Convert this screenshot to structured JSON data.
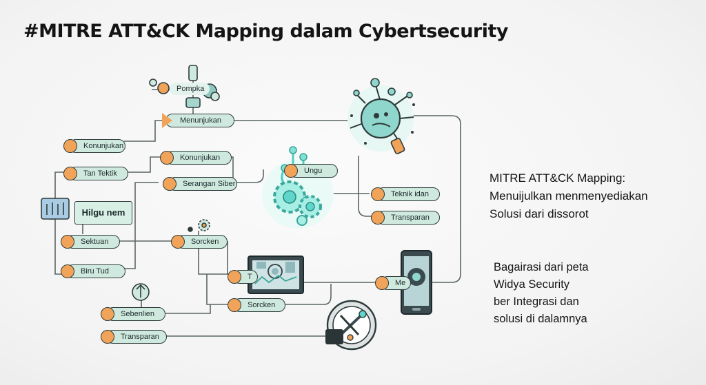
{
  "title": "#MITRE ATT&CK Mapping dalam Cybertsecurity",
  "nodes": {
    "pompka": "Pompka",
    "menunjukan_top": "Menunjukan",
    "konunjukan_left": "Konunjukan",
    "konunjukan_mid": "Konunjukan",
    "tan_tektik": "Tan Tektik",
    "serangan_siber": "Serangan Siber",
    "ungu": "Ungu",
    "teknik_idan": "Teknik idan",
    "transparan_right": "Transparan",
    "sektuan": "Sektuan",
    "sorcken_mid": "Sorcken",
    "biru_tud": "Biru Tud",
    "t_node": "T",
    "me_node": "Me",
    "sorcken_low": "Sorcken",
    "sebenlien": "Sebenlien",
    "transparan_bottom": "Transparan"
  },
  "callout": "Hilgu nem",
  "right_panel": {
    "heading": "MITRE ATT&CK Mapping:",
    "line1": "Menuijulkan menmenyediakan",
    "line2": "Solusi dari dissorot",
    "para_line1": "Bagairasi dari peta",
    "para_line2": "Widya Security",
    "para_line3": "ber Integrasi dan",
    "para_line4": "solusi di dalamnya"
  },
  "colors": {
    "pill_fill": "#cfe9df",
    "dot_fill": "#f2a35a",
    "outline": "#2d3b3a",
    "glow_cyan": "#5fd6c9"
  },
  "icons": [
    "virus-icon",
    "gear-cluster-icon",
    "monitor-icon",
    "smartphone-icon",
    "tools-icon",
    "server-icon",
    "gear-icon",
    "valve-icon"
  ]
}
